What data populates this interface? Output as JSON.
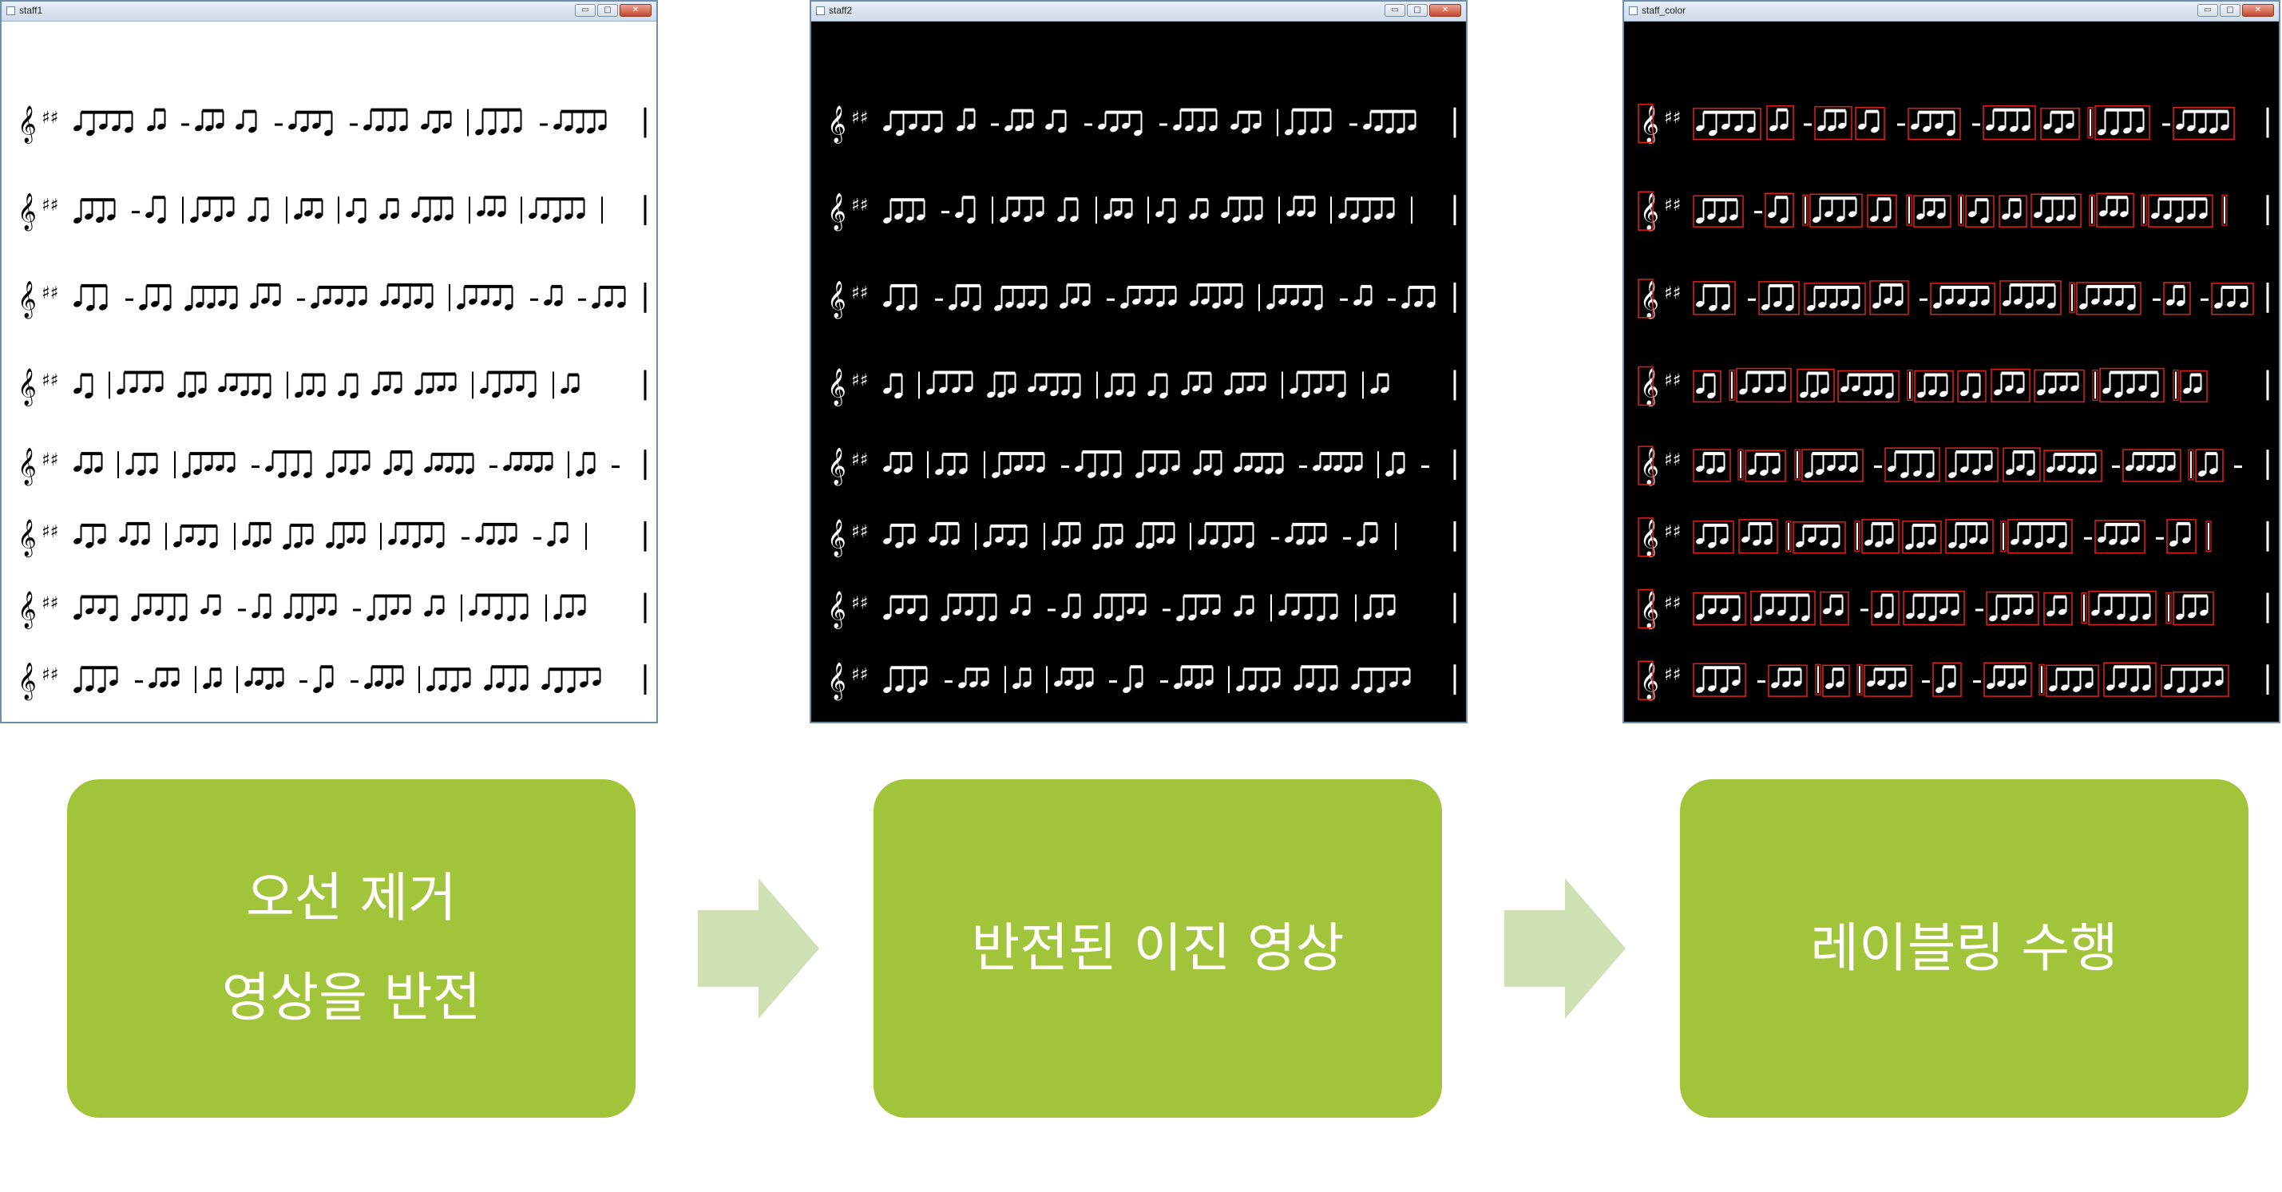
{
  "colors": {
    "box_fill": "#a2c43a",
    "box_text": "#ffffff",
    "arrow_fill": "#cfe0b5",
    "window_border": "#6f8fae",
    "label_box_red": "#e0211b"
  },
  "windows": [
    {
      "title": "staff1",
      "mode": "white-bg-black-notes",
      "icon": "window-app-icon"
    },
    {
      "title": "staff2",
      "mode": "black-bg-white-notes",
      "icon": "window-app-icon"
    },
    {
      "title": "staff_color",
      "mode": "black-bg-white-notes-red-boxes",
      "icon": "window-app-icon"
    }
  ],
  "window_buttons": {
    "minimize": "▭",
    "maximize": "□",
    "close": "✕"
  },
  "staff_rows": 8,
  "steps": [
    {
      "lines": [
        "오선 제거",
        "영상을 반전"
      ]
    },
    {
      "lines": [
        "반전된 이진 영상"
      ]
    },
    {
      "lines": [
        "레이블링 수행"
      ]
    }
  ],
  "arrows": [
    "right-arrow-icon",
    "right-arrow-icon"
  ]
}
